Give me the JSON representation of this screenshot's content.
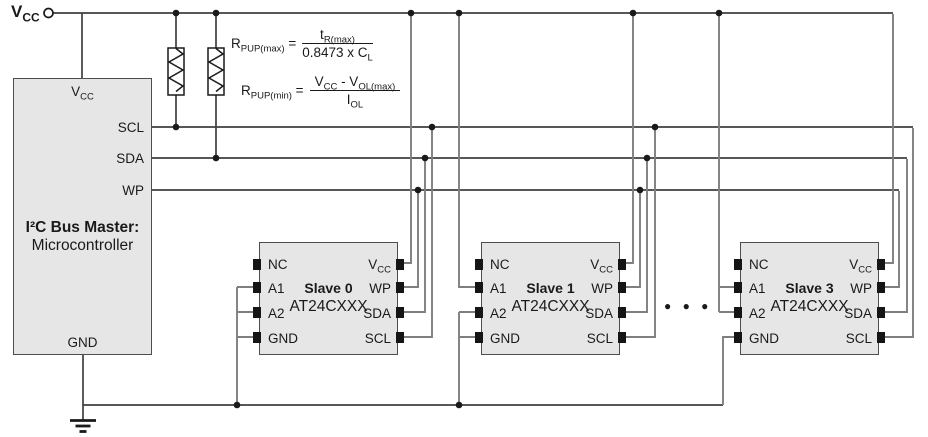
{
  "supply": {
    "label": "V~CC~"
  },
  "formulas": {
    "rpup_max": {
      "lhs": "R~PUP(max)~ =",
      "numerator": "t~R(max)~",
      "denominator": "0.8473 x C~L~"
    },
    "rpup_min": {
      "lhs": "R~PUP(min)~ =",
      "numerator": "V~CC~ - V~OL(max)~",
      "denominator": "I~OL~"
    }
  },
  "master": {
    "vcc_pin": "V~CC~",
    "scl_pin": "SCL",
    "sda_pin": "SDA",
    "wp_pin": "WP",
    "title_line1": "I²C Bus Master:",
    "title_line2": "Microcontroller",
    "gnd_pin": "GND"
  },
  "slaves": [
    {
      "name": "Slave 0",
      "part": "AT24CXXX",
      "pins_left": [
        "NC",
        "A1",
        "A2",
        "GND"
      ],
      "pins_right": [
        "V~CC~",
        "WP",
        "SDA",
        "SCL"
      ]
    },
    {
      "name": "Slave 1",
      "part": "AT24CXXX",
      "pins_left": [
        "NC",
        "A1",
        "A2",
        "GND"
      ],
      "pins_right": [
        "V~CC~",
        "WP",
        "SDA",
        "SCL"
      ]
    },
    {
      "name": "Slave 3",
      "part": "AT24CXXX",
      "pins_left": [
        "NC",
        "A1",
        "A2",
        "GND"
      ],
      "pins_right": [
        "V~CC~",
        "WP",
        "SDA",
        "SCL"
      ]
    }
  ],
  "more_slaves_ellipsis": "● ● ●",
  "colors": {
    "background": "#ffffff",
    "bus_wire": "#3f3f3f",
    "stub_wire": "#7f7f7f",
    "block_fill": "#e6e6e6",
    "block_border": "#4d4d4d",
    "pin": "#151515",
    "text": "#1a1a1a"
  }
}
